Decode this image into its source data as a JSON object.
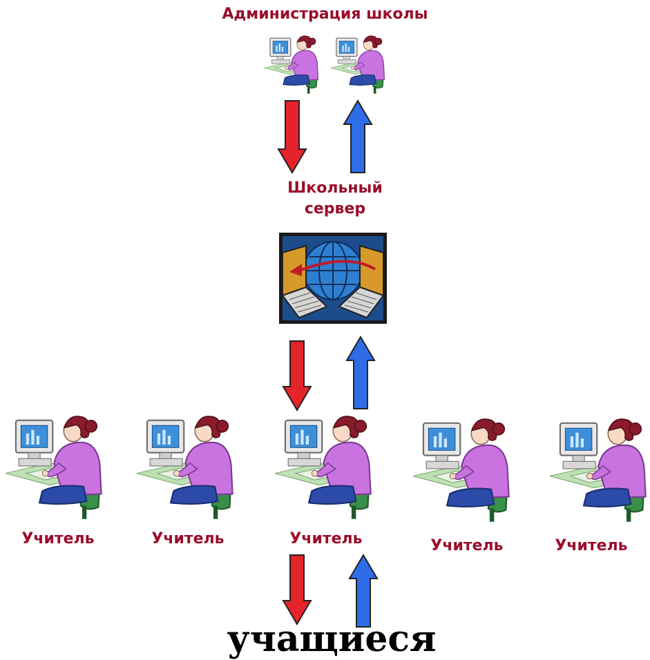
{
  "administration": {
    "label": "Администрация школы"
  },
  "server": {
    "label_line1": "Школьный",
    "label_line2": "сервер"
  },
  "teachers": [
    {
      "label": "Учитель"
    },
    {
      "label": "Учитель"
    },
    {
      "label": "Учитель"
    },
    {
      "label": "Учитель"
    },
    {
      "label": "Учитель"
    }
  ],
  "students": {
    "label": "учащиеся"
  },
  "colors": {
    "label_red": "#9b0d2c",
    "arrow_down": "#e5232a",
    "arrow_up": "#2f6ce8",
    "skin": "#f7d9c6",
    "sweater": "#c873e0",
    "hair": "#8a1b2c",
    "chair": "#3a8f4a",
    "monitor_screen": "#3d8fd9",
    "desk": "#bfe0b5"
  },
  "icons": [
    "admin-workstation-icon",
    "server-icon",
    "teacher-workstation-icon",
    "arrow-down-icon",
    "arrow-up-icon"
  ]
}
